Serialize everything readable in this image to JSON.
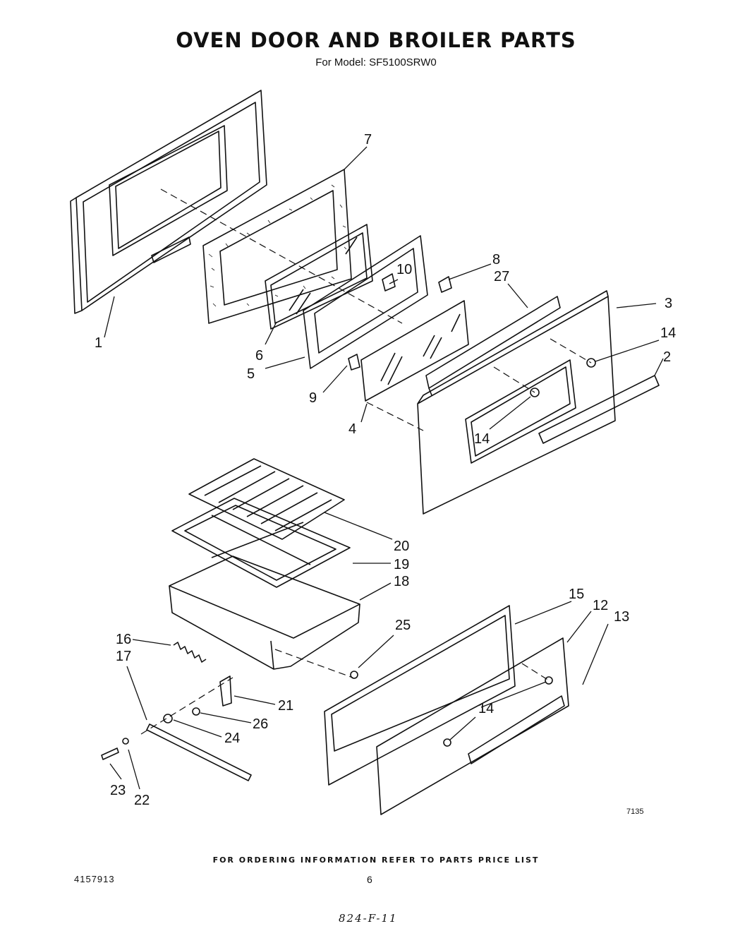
{
  "title": "OVEN DOOR AND BROILER PARTS",
  "subtitle": "For Model: SF5100SRW0",
  "callouts": {
    "c1": "1",
    "c2": "2",
    "c3": "3",
    "c4": "4",
    "c5": "5",
    "c6": "6",
    "c7": "7",
    "c8": "8",
    "c9": "9",
    "c10": "10",
    "c12": "12",
    "c13": "13",
    "c14a": "14",
    "c14b": "14",
    "c14c": "14",
    "c15": "15",
    "c16": "16",
    "c17": "17",
    "c18": "18",
    "c19": "19",
    "c20": "20",
    "c21": "21",
    "c22": "22",
    "c23": "23",
    "c24": "24",
    "c25": "25",
    "c26": "26",
    "c27": "27"
  },
  "figure_code": "7135",
  "footer_note": "FOR ORDERING INFORMATION REFER TO PARTS PRICE LIST",
  "document_number": "4157913",
  "page_number": "6",
  "handwritten_note": "824-F-11"
}
